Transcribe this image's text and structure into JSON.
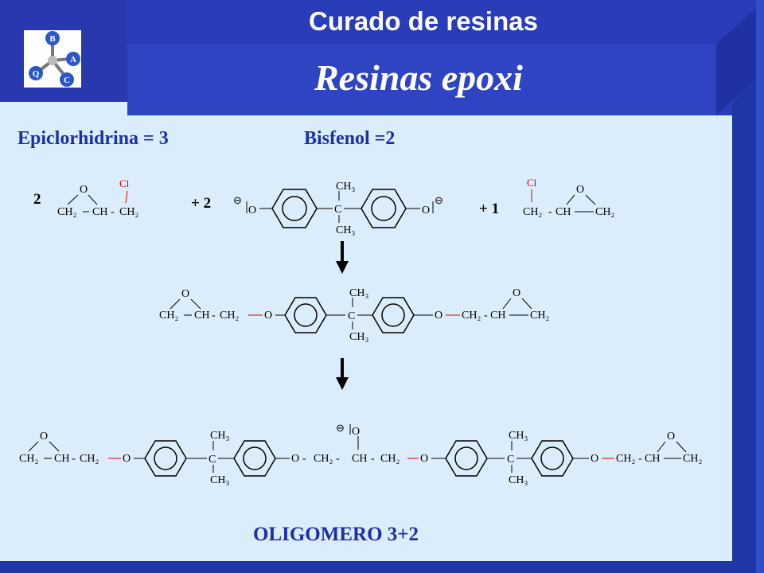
{
  "header": {
    "subtitle": "Curado de resinas",
    "title": "Resinas epoxi"
  },
  "logo": {
    "letters": [
      "B",
      "A",
      "C",
      "Q"
    ]
  },
  "labels": {
    "epiclorhidrina": "Epiclorhidrina = 3",
    "bisfenol": "Bisfenol =2",
    "coef_left": "2",
    "coef_mid": "+ 2",
    "coef_right": "+ 1",
    "oligomero": "OLIGOMERO 3+2"
  },
  "chem": {
    "o": "O",
    "cl": "Cl",
    "ch2": "CH₂",
    "ch": "CH",
    "ch3": "CH₃",
    "c": "C",
    "minus": "⊖"
  },
  "colors": {
    "background_frame": "#2f4fc9",
    "panel": "#dbecfb",
    "banner": "#2a3db8",
    "title_text": "#ffffff",
    "label_text": "#1c2fa8",
    "chlorine": "#e00000",
    "bond_red": "#e00000"
  }
}
